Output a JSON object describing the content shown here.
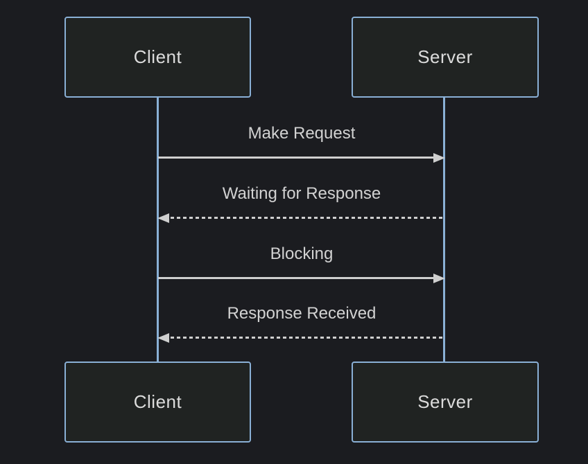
{
  "diagram": {
    "type": "sequence",
    "actors": [
      {
        "name": "Client"
      },
      {
        "name": "Server"
      }
    ],
    "messages": [
      {
        "label": "Make Request",
        "from": "Client",
        "to": "Server",
        "line": "solid",
        "direction": "right"
      },
      {
        "label": "Waiting for Response",
        "from": "Server",
        "to": "Client",
        "line": "dashed",
        "direction": "left"
      },
      {
        "label": "Blocking",
        "from": "Client",
        "to": "Server",
        "line": "solid",
        "direction": "right"
      },
      {
        "label": "Response Received",
        "from": "Server",
        "to": "Client",
        "line": "dashed",
        "direction": "left"
      }
    ],
    "colors": {
      "background": "#1b1c20",
      "actor_fill": "#202322",
      "actor_border": "#8ab0d6",
      "lifeline": "#8ab0d6",
      "signal_line": "#cfcfcf",
      "message_text": "#d2d2d2",
      "actor_text": "#dcdcdc"
    }
  }
}
